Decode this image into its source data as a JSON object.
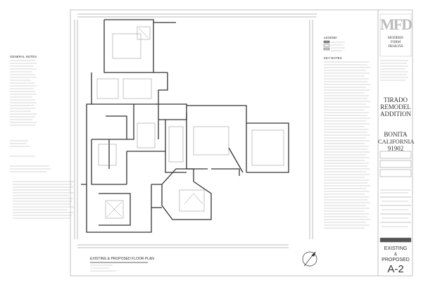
{
  "sheet": {
    "logo_letters": "MFD",
    "firm_line1": "MODERN",
    "firm_line2": "FORM",
    "firm_line3": "DESIGNS",
    "project_title_1": "TIRADO",
    "project_title_2": "REMODEL",
    "project_title_3": "ADDITION",
    "location_1": "BONITA",
    "location_2": "CALIFORNIA",
    "location_3": "91902",
    "sheet_name_1": "EXISTING",
    "sheet_name_2": "&",
    "sheet_name_3": "PROPOSED",
    "sheet_number": "A-2",
    "drawing_title": "EXISTING & PROPOSED FLOOR PLAN",
    "general_notes_title": "GENERAL NOTES",
    "legend_title": "LEGEND",
    "key_notes_title": "KEY NOTES"
  },
  "colors": {
    "line": "#333333",
    "light_line": "#888888",
    "paper": "#ffffff"
  }
}
